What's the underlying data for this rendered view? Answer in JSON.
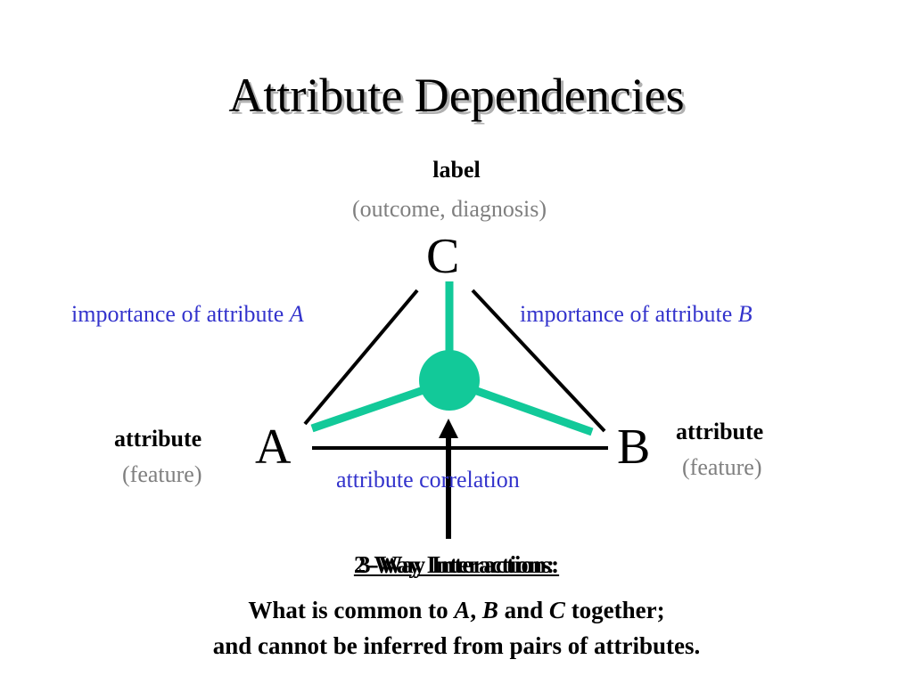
{
  "title": "Attribute Dependencies",
  "colors": {
    "edge": "#000000",
    "interaction": "#12c999",
    "importance_text": "#3333cc",
    "sub_text": "#7f7f7f"
  },
  "nodes": {
    "c": {
      "letter": "C",
      "label": "label",
      "sublabel": "(outcome, diagnosis)"
    },
    "a": {
      "letter": "A",
      "label": "attribute",
      "sublabel": "(feature)"
    },
    "b": {
      "letter": "B",
      "label": "attribute",
      "sublabel": "(feature)"
    }
  },
  "edges": {
    "ca_label": "importance of attribute ",
    "ca_var": "A",
    "cb_label": "importance of attribute ",
    "cb_var": "B",
    "ab_label": "attribute correlation"
  },
  "bottom": {
    "heading_overlay_1": "2-Way Interactions:",
    "heading_overlay_2": "3-Way Interaction:",
    "line1_prefix": "What is common to ",
    "line1_a": "A",
    "line1_sep": ", ",
    "line1_b": "B",
    "line1_and": " and ",
    "line1_c": "C",
    "line1_suffix": " together;",
    "line2": "and cannot be inferred from pairs of attributes."
  }
}
